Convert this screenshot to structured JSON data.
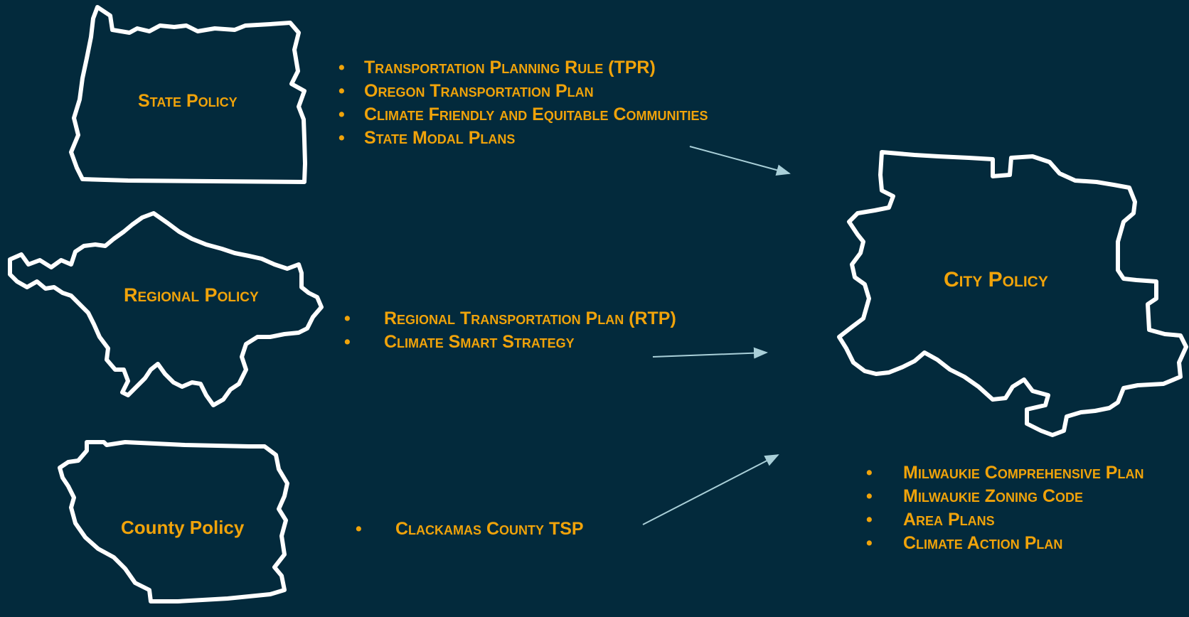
{
  "state": {
    "label": "State Policy",
    "items": [
      "Transportation Planning Rule (TPR)",
      "Oregon Transportation Plan",
      "Climate Friendly and Equitable Communities",
      "State Modal Plans"
    ]
  },
  "regional": {
    "label": "Regional Policy",
    "items": [
      "Regional Transportation Plan (RTP)",
      "Climate Smart Strategy"
    ]
  },
  "county": {
    "label": "County Policy",
    "items": [
      "Clackamas County TSP"
    ]
  },
  "city": {
    "label": "City Policy",
    "items": [
      "Milwaukie Comprehensive Plan",
      "Milwaukie Zoning Code",
      "Area Plans",
      "Climate Action Plan"
    ]
  },
  "bullet": "•",
  "colors": {
    "background": "#032a3c",
    "text": "#f0a30a",
    "outline": "#ffffff",
    "arrow": "#a9cfd8"
  }
}
